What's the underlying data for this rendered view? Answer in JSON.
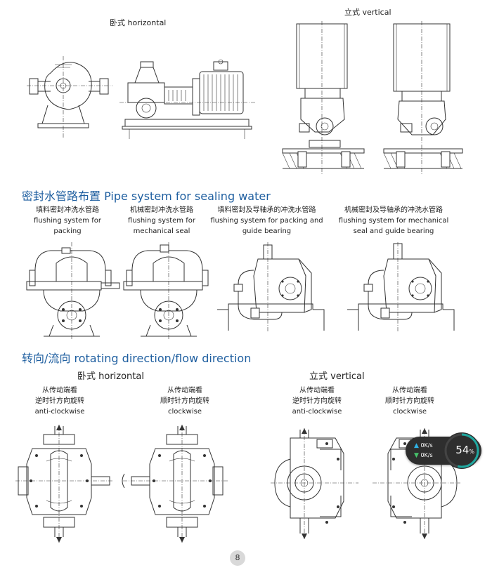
{
  "top": {
    "horizontal_label": "卧式 horizontal",
    "vertical_label": "立式 vertical"
  },
  "pipe_section": {
    "title": "密封水管路布置  Pipe system for sealing water",
    "items": [
      {
        "cn": "填料密封冲洗水管路",
        "en1": "flushing system  for",
        "en2": "packing"
      },
      {
        "cn": "机械密封冲洗水管路",
        "en1": "flushing system for",
        "en2": "mechanical seal"
      },
      {
        "cn": "填料密封及导轴承的冲洗水管路",
        "en1": "flushing system for packing  and",
        "en2": "guide bearing"
      },
      {
        "cn": "机械密封及导轴承的冲洗水管路",
        "en1": "flushing system for mechanical",
        "en2": "seal and guide bearing"
      }
    ]
  },
  "rotation_section": {
    "title": "转向/流向  rotating direction/flow direction",
    "horizontal_label": "卧式 horizontal",
    "vertical_label": "立式 vertical",
    "items": [
      {
        "line1": "从传动端看",
        "line2": "逆时针方向旋转",
        "line3": "anti-clockwise"
      },
      {
        "line1": "从传动端看",
        "line2": "顺时针方向旋转",
        "line3": "clockwise"
      },
      {
        "line1": "从传动端看",
        "line2": "逆时针方向旋转",
        "line3": "anti-clockwise"
      },
      {
        "line1": "从传动端看",
        "line2": "顺时针方向旋转",
        "line3": "clockwise"
      }
    ]
  },
  "page_number": "8",
  "speed_widget": {
    "upload": "0K/s",
    "download": "0K/s",
    "percent": "54",
    "percent_unit": "%",
    "ring_color": "#1fa8a0"
  },
  "colors": {
    "heading": "#1f5fa0"
  }
}
